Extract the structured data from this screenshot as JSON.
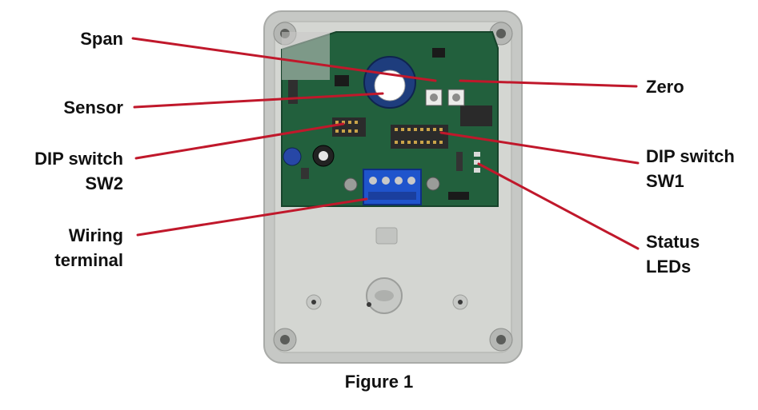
{
  "colors": {
    "leader": "#c0182b",
    "enclosure": "#c9cbc8",
    "enclosure_inner": "#d6d8d4",
    "pcb": "#1f5a3a",
    "terminal": "#1d52c8",
    "sensor_ring": "#1c3a78"
  },
  "labels": {
    "span": "Span",
    "sensor": "Sensor",
    "dip_sw2_line1": "DIP switch",
    "dip_sw2_line2": "SW2",
    "wiring_line1": "Wiring",
    "wiring_line2": "terminal",
    "zero": "Zero",
    "dip_sw1_line1": "DIP switch",
    "dip_sw1_line2": "SW1",
    "status_line1": "Status",
    "status_line2": "LEDs"
  },
  "caption": "Figure 1"
}
